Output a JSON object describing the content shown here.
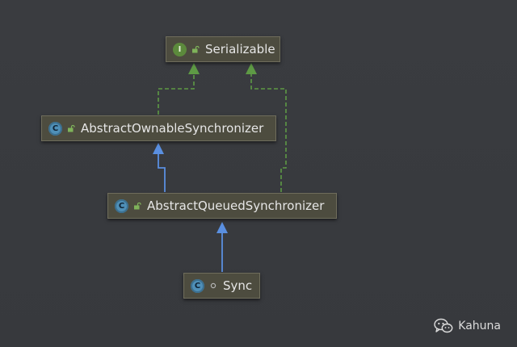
{
  "diagram": {
    "nodes": [
      {
        "id": "serializable",
        "label": "Serializable",
        "kind": "interface",
        "badge": "I",
        "visibility": "public"
      },
      {
        "id": "aos",
        "label": "AbstractOwnableSynchronizer",
        "kind": "class",
        "badge": "C",
        "visibility": "public"
      },
      {
        "id": "aqs",
        "label": "AbstractQueuedSynchronizer",
        "kind": "class",
        "badge": "C",
        "visibility": "public"
      },
      {
        "id": "sync",
        "label": "Sync",
        "kind": "class",
        "badge": "C",
        "visibility": "package-private"
      }
    ],
    "edges": [
      {
        "from": "aos",
        "to": "serializable",
        "type": "implements"
      },
      {
        "from": "aqs",
        "to": "serializable",
        "type": "implements"
      },
      {
        "from": "aqs",
        "to": "aos",
        "type": "extends"
      },
      {
        "from": "sync",
        "to": "aqs",
        "type": "extends"
      }
    ],
    "colors": {
      "implements": "#5e9a45",
      "extends": "#5a8fe0",
      "node_fill": "#4d4c3f",
      "node_border": "#6f6d5c",
      "background": "#393b3f"
    }
  },
  "watermark": {
    "text": "Kahuna",
    "icon": "wechat-icon"
  }
}
